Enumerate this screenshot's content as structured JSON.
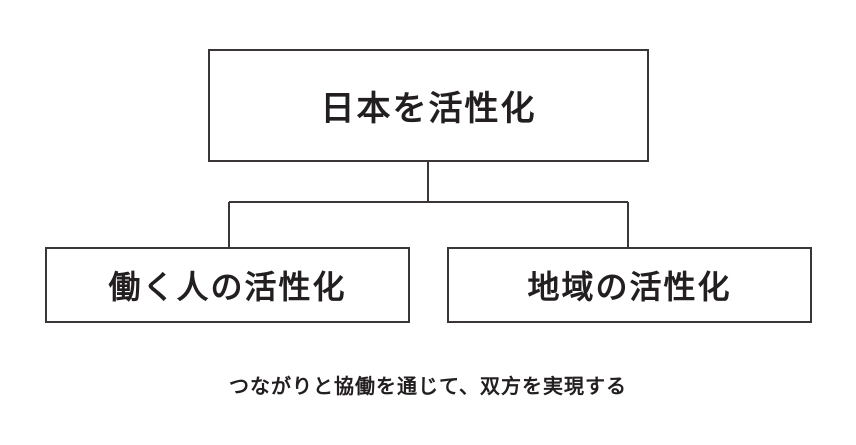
{
  "diagram": {
    "root": {
      "label": "日本を活性化"
    },
    "children": [
      {
        "label": "働く人の活性化"
      },
      {
        "label": "地域の活性化"
      }
    ],
    "caption": "つながりと協働を通じて、双方を実現する"
  },
  "colors": {
    "stroke": "#3a3536",
    "text": "#231f20",
    "background": "#ffffff"
  }
}
